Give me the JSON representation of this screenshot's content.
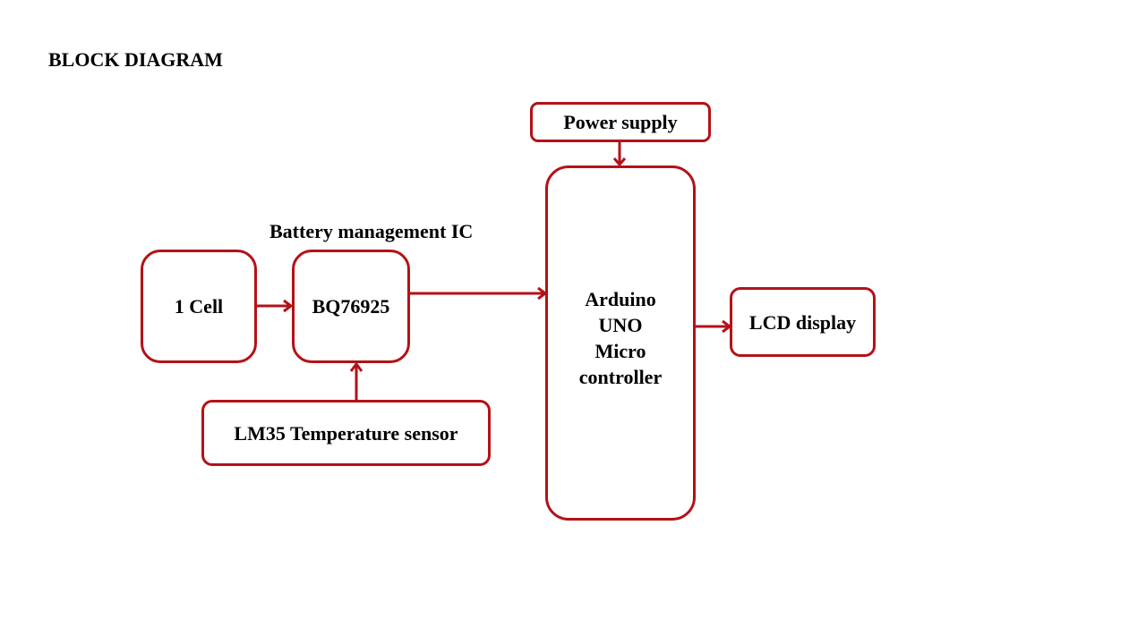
{
  "title": "BLOCK DIAGRAM",
  "accent_color": "#b31217",
  "labels": {
    "bms_caption": "Battery management IC"
  },
  "blocks": {
    "power_supply": "Power supply",
    "cell": "1 Cell",
    "bms": "BQ76925",
    "temp_sensor": "LM35 Temperature sensor",
    "mcu": [
      "Arduino",
      "UNO",
      "Micro",
      "controller"
    ],
    "lcd": "LCD display"
  },
  "connections": [
    {
      "from": "power_supply",
      "to": "mcu"
    },
    {
      "from": "cell",
      "to": "bms"
    },
    {
      "from": "temp_sensor",
      "to": "bms"
    },
    {
      "from": "bms",
      "to": "mcu"
    },
    {
      "from": "mcu",
      "to": "lcd"
    }
  ]
}
